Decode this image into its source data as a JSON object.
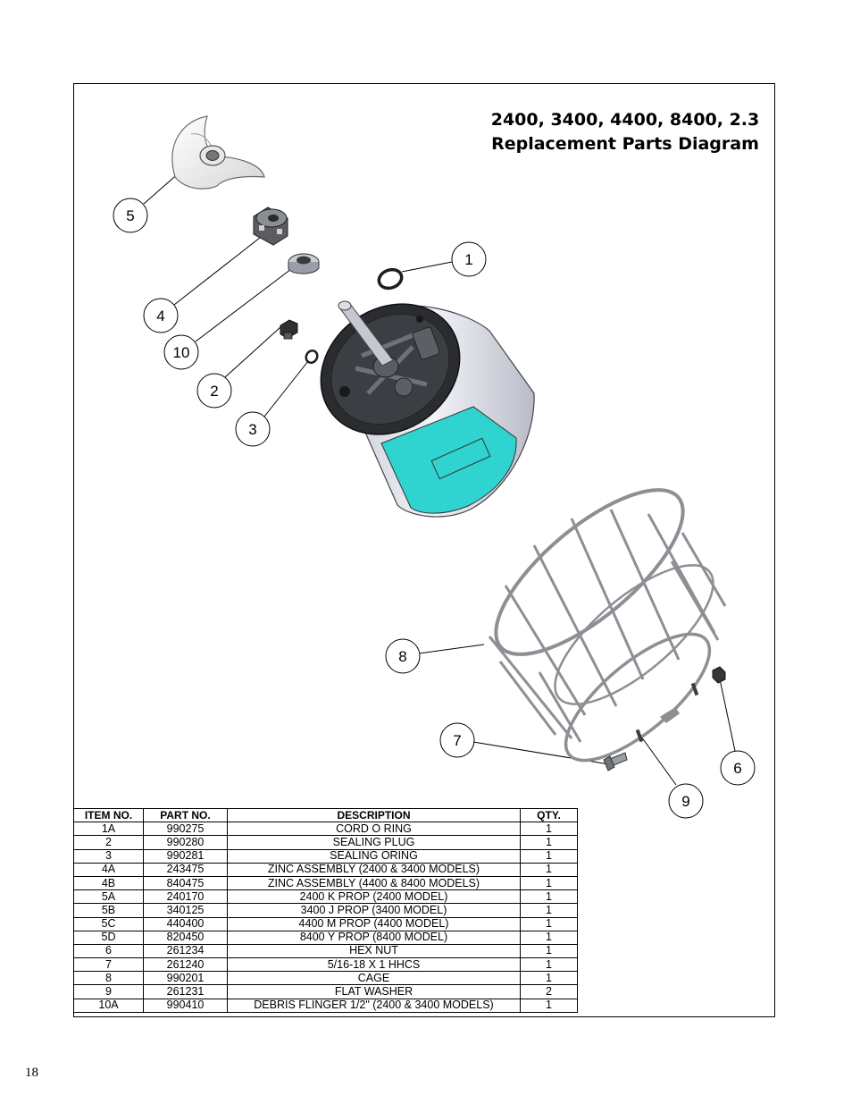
{
  "title": {
    "line1": "2400, 3400, 4400, 8400, 2.3",
    "line2": "Replacement Parts Diagram"
  },
  "callouts": [
    "5",
    "1",
    "4",
    "10",
    "2",
    "3",
    "8",
    "7",
    "6",
    "9"
  ],
  "table": {
    "headers": [
      "ITEM NO.",
      "PART NO.",
      "DESCRIPTION",
      "QTY."
    ],
    "rows": [
      [
        "1A",
        "990275",
        "CORD O RING",
        "1"
      ],
      [
        "2",
        "990280",
        "SEALING PLUG",
        "1"
      ],
      [
        "3",
        "990281",
        "SEALING ORING",
        "1"
      ],
      [
        "4A",
        "243475",
        "ZINC ASSEMBLY (2400 & 3400 MODELS)",
        "1"
      ],
      [
        "4B",
        "840475",
        "ZINC ASSEMBLY (4400 & 8400 MODELS)",
        "1"
      ],
      [
        "5A",
        "240170",
        "2400 K PROP (2400 MODEL)",
        "1"
      ],
      [
        "5B",
        "340125",
        "3400 J PROP (3400 MODEL)",
        "1"
      ],
      [
        "5C",
        "440400",
        "4400 M PROP (4400 MODEL)",
        "1"
      ],
      [
        "5D",
        "820450",
        "8400 Y PROP (8400 MODEL)",
        "1"
      ],
      [
        "6",
        "261234",
        "HEX NUT",
        "1"
      ],
      [
        "7",
        "261240",
        "5/16-18 X 1 HHCS",
        "1"
      ],
      [
        "8",
        "990201",
        "CAGE",
        "1"
      ],
      [
        "9",
        "261231",
        "FLAT WASHER",
        "2"
      ],
      [
        "10A",
        "990410",
        "DEBRIS FLINGER 1/2\" (2400 & 3400 MODELS)",
        "1"
      ]
    ]
  },
  "page_number": "18",
  "colors": {
    "motor_label": "#2fd4d0",
    "motor_body": "#e4e6ee",
    "motor_cap": "#2a2c30",
    "cage_steel": "#8c8f94"
  },
  "icons": [
    "propeller",
    "zinc-assembly",
    "debris-flinger",
    "sealing-plug",
    "sealing-oring",
    "cord-o-ring",
    "motor",
    "cage",
    "hex-bolt",
    "hex-nut",
    "flat-washer"
  ]
}
